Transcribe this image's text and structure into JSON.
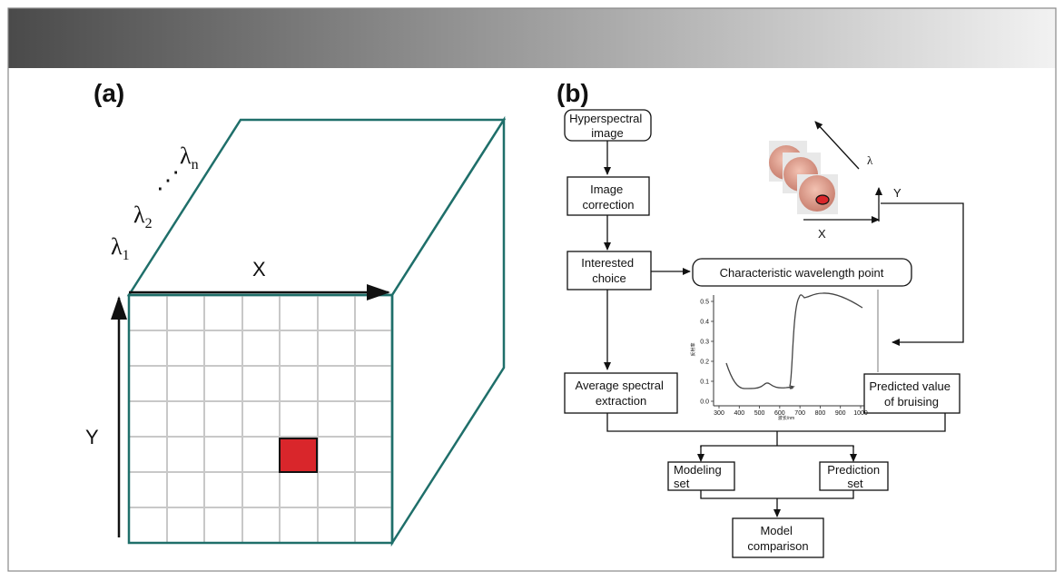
{
  "panel_a": {
    "label": "(a)",
    "x_axis": "X",
    "y_axis": "Y",
    "lambda_1": "λ",
    "lambda_1_sub": "1",
    "lambda_2": "λ",
    "lambda_2_sub": "2",
    "lambda_n": "λ",
    "lambda_n_sub": "n",
    "ellipsis": "⋰"
  },
  "panel_b": {
    "label": "(b)",
    "hyperspectral_image": [
      "Hyperspectral",
      "image"
    ],
    "image_correction": [
      "Image",
      "correction"
    ],
    "interested_choice": [
      "Interested",
      "choice"
    ],
    "characteristic_wavelength": "Characteristic wavelength point",
    "average_spectral": [
      "Average spectral",
      "extraction"
    ],
    "predicted_value": [
      "Predicted value",
      "of bruising"
    ],
    "modeling_set": [
      "Modeling",
      "set"
    ],
    "prediction_set": [
      "Prediction",
      "set"
    ],
    "model_comparison": [
      "Model",
      "comparison"
    ],
    "cube_lambda": "λ",
    "cube_x": "X",
    "cube_y": "Y",
    "mini_chart": {
      "x_ticks": [
        "300",
        "400",
        "500",
        "600",
        "700",
        "800",
        "900",
        "1000"
      ],
      "y_ticks": [
        "0.0",
        "0.1",
        "0.2",
        "0.3",
        "0.4",
        "0.5"
      ],
      "x_label": "波长/nm",
      "y_label": "反射率"
    }
  },
  "colors": {
    "banner_dark": "#4a4a4a",
    "banner_light": "#eeeeee",
    "cube_edge": "#1f6f6a",
    "grid": "#c8c8c8",
    "pixel": "#d9262b",
    "apple": "#e8a090"
  }
}
